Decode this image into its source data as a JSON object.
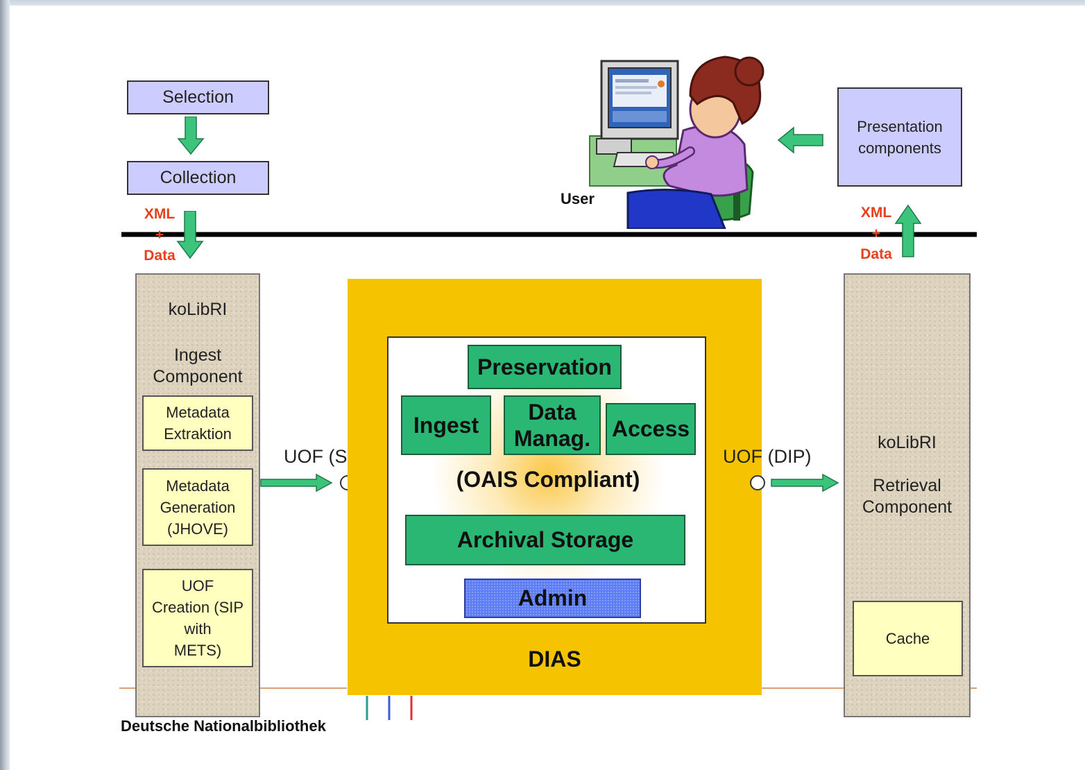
{
  "selection": "Selection",
  "collection": "Collection",
  "xml_data_left": {
    "line1": "XML",
    "line2": "+",
    "line3": "Data"
  },
  "xml_data_right": {
    "line1": "XML",
    "line2": "+",
    "line3": "Data"
  },
  "user_label": "User",
  "presentation_components": {
    "line1": "Presentation",
    "line2": "components"
  },
  "ingest_component": {
    "title": "koLibRI",
    "subtitle_line1": "Ingest",
    "subtitle_line2": "Component",
    "boxes": [
      {
        "line1": "Metadata",
        "line2": "Extraktion"
      },
      {
        "line1": "Metadata",
        "line2": "Generation",
        "line3": "(JHOVE)"
      },
      {
        "line1": "UOF",
        "line2": "Creation (SIP",
        "line3": "with",
        "line4": "METS)"
      }
    ]
  },
  "uof_sip": "UOF (SIP)",
  "uof_dip": "UOF (DIP)",
  "dias": {
    "preservation": "Preservation",
    "ingest": "Ingest",
    "data_manag_line1": "Data",
    "data_manag_line2": "Manag.",
    "access": "Access",
    "oais": "(OAIS Compliant)",
    "archival_storage": "Archival Storage",
    "admin": "Admin",
    "label": "DIAS"
  },
  "retrieval_component": {
    "title": "koLibRI",
    "subtitle_line1": "Retrieval",
    "subtitle_line2": "Component",
    "cache": "Cache"
  },
  "footer": "Deutsche Nationalbibliothek",
  "colors": {
    "purple_box": "#ccccff",
    "green_box": "#2ab673",
    "arrow_green": "#3cc47c",
    "dias_yellow": "#f6c300",
    "red_label": "#e8401c",
    "admin_blue": "#5b7cf2",
    "cream_box": "#ffffc0"
  }
}
